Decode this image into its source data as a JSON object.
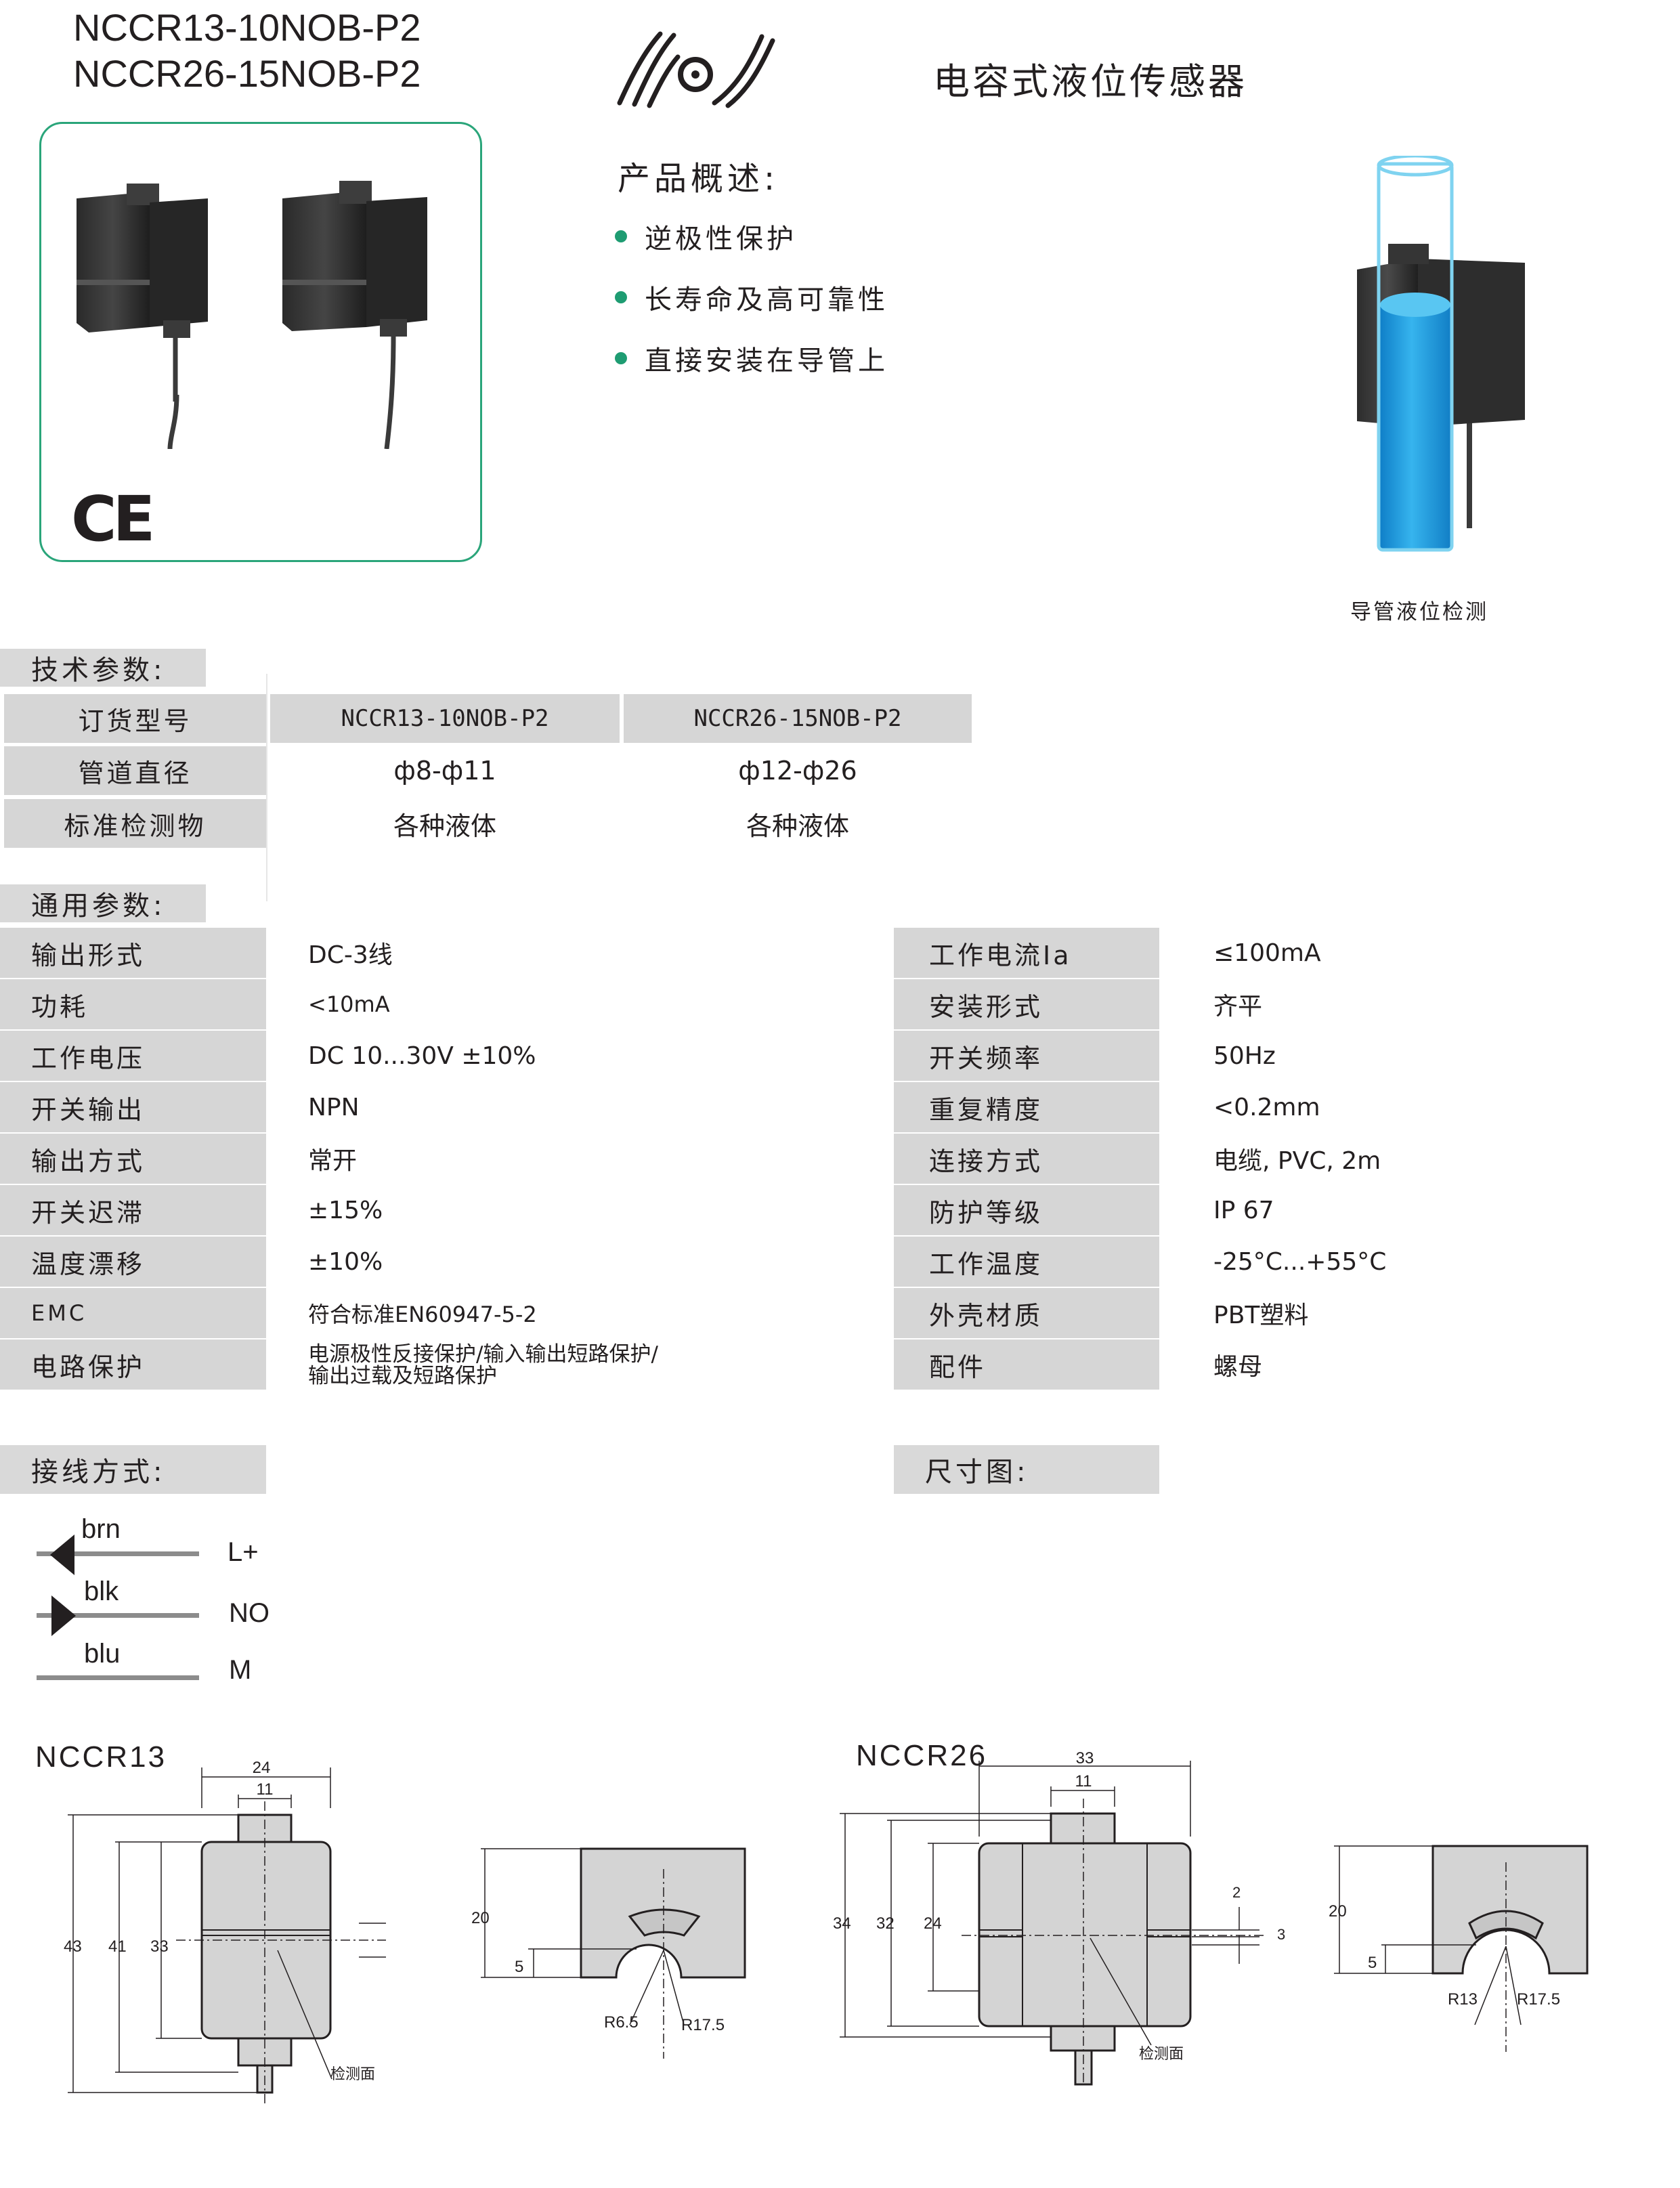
{
  "header": {
    "model_line1": "NCCR13-10NOB-P2",
    "model_line2": "NCCR26-15NOB-P2",
    "product_name": "电容式液位传感器"
  },
  "certification": "CE",
  "overview": {
    "title": "产品概述:",
    "features": [
      "逆极性保护",
      "长寿命及高可靠性",
      "直接安装在导管上"
    ]
  },
  "illustration_caption": "导管液位检测",
  "tech_params": {
    "title": "技术参数:",
    "rows": [
      {
        "label": "订货型号",
        "col1": "NCCR13-10NOB-P2",
        "col2": "NCCR26-15NOB-P2"
      },
      {
        "label": "管道直径",
        "col1": "ф8-ф11",
        "col2": "ф12-ф26"
      },
      {
        "label": "标准检测物",
        "col1": "各种液体",
        "col2": "各种液体"
      }
    ]
  },
  "general_params": {
    "title": "通用参数:",
    "left": [
      {
        "label": "输出形式",
        "value": "DC-3线"
      },
      {
        "label": "功耗",
        "value": "<10mA"
      },
      {
        "label": "工作电压",
        "value": "DC 10...30V ±10%"
      },
      {
        "label": "开关输出",
        "value": "NPN"
      },
      {
        "label": "输出方式",
        "value": "常开"
      },
      {
        "label": "开关迟滞",
        "value": "±15%"
      },
      {
        "label": "温度漂移",
        "value": "±10%"
      },
      {
        "label": "EMC",
        "value": "符合标准EN60947-5-2"
      },
      {
        "label": "电路保护",
        "value": "电源极性反接保护/输入输出短路保护/",
        "value2": "输出过载及短路保护"
      }
    ],
    "right": [
      {
        "label": "工作电流Ia",
        "value": "≤100mA"
      },
      {
        "label": "安装形式",
        "value": "齐平"
      },
      {
        "label": "开关频率",
        "value": "50Hz"
      },
      {
        "label": "重复精度",
        "value": "<0.2mm"
      },
      {
        "label": "连接方式",
        "value": "电缆, PVC, 2m"
      },
      {
        "label": "防护等级",
        "value": "IP 67"
      },
      {
        "label": "工作温度",
        "value": "-25°C...+55°C"
      },
      {
        "label": "外壳材质",
        "value": "PBT塑料"
      },
      {
        "label": "配件",
        "value": "螺母"
      }
    ]
  },
  "wiring": {
    "title": "接线方式:",
    "wires": [
      {
        "color_name": "brn",
        "signal": "L+"
      },
      {
        "color_name": "blk",
        "signal": "NO"
      },
      {
        "color_name": "blu",
        "signal": "M"
      }
    ]
  },
  "dimensions": {
    "title": "尺寸图:",
    "nccr13": {
      "name": "NCCR13",
      "front": {
        "width": "24",
        "inner": "11",
        "h1": "43",
        "h2": "41",
        "h3": "33",
        "sense_face": "检测面"
      },
      "side": {
        "height": "20",
        "offset": "5",
        "r_small": "R6.5",
        "r_large": "R17.5"
      }
    },
    "nccr26": {
      "name": "NCCR26",
      "front": {
        "width": "33",
        "inner": "11",
        "h1": "34",
        "h2": "32",
        "h3": "24",
        "gap": "2",
        "slot": "3",
        "sense_face": "检测面"
      },
      "side": {
        "height": "20",
        "offset": "5",
        "r_small": "R13",
        "r_large": "R17.5"
      }
    }
  },
  "colors": {
    "accent_green": "#1e9c72",
    "box_border": "#2aa57a",
    "liquid_blue": "#1f9de0",
    "table_gray": "#d6d6d6"
  }
}
